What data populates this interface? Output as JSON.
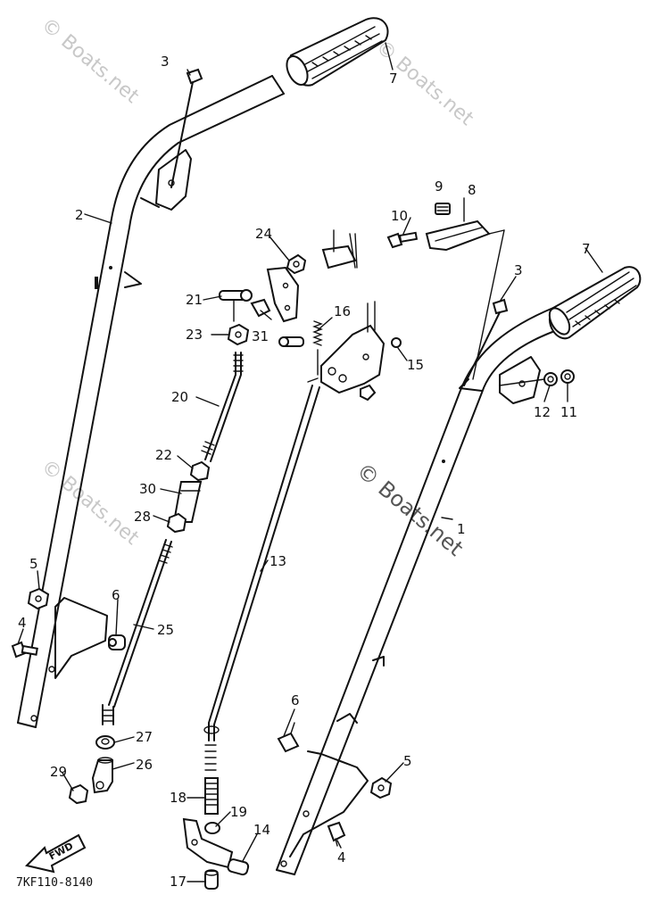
{
  "watermarks": [
    "© Boats.net",
    "© Boats.net",
    "© Boats.net",
    "© Boats.net"
  ],
  "diagram_code": "7KF110-8140",
  "fwd_label": "FWD",
  "callouts": {
    "c1": "1",
    "c2": "2",
    "c3a": "3",
    "c3b": "3",
    "c4a": "4",
    "c4b": "4",
    "c5a": "5",
    "c5b": "5",
    "c6a": "6",
    "c6b": "6",
    "c7a": "7",
    "c7b": "7",
    "c8": "8",
    "c9": "9",
    "c10": "10",
    "c11": "11",
    "c12": "12",
    "c13": "13",
    "c14": "14",
    "c15": "15",
    "c16": "16",
    "c17": "17",
    "c18": "18",
    "c19": "19",
    "c20": "20",
    "c21": "21",
    "c22": "22",
    "c23": "23",
    "c24": "24",
    "c25": "25",
    "c26": "26",
    "c27": "27",
    "c28": "28",
    "c29": "29",
    "c30": "30",
    "c31": "31"
  }
}
